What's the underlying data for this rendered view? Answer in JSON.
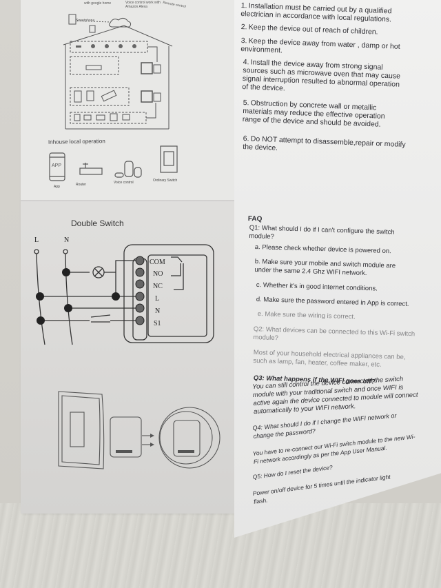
{
  "top_captions": [
    "with google home",
    "Voice control work with Amazon Alexa",
    "Remote control"
  ],
  "cloud_diagram": {
    "label": "Smartphone"
  },
  "inhouse": {
    "title": "Inhouse local operation",
    "icons": [
      {
        "name": "app",
        "label": "App",
        "glyph": "APP"
      },
      {
        "name": "router",
        "label": "Router"
      },
      {
        "name": "voice-control",
        "label": "Voice control"
      },
      {
        "name": "ordinary-switch",
        "label": "Ordinary Switch"
      }
    ]
  },
  "wiring": {
    "title": "Double Switch",
    "lines": [
      "L",
      "N"
    ],
    "terminals": [
      "COM",
      "NO",
      "NC",
      "L",
      "N",
      "S1"
    ]
  },
  "safety": [
    {
      "num": "1.",
      "text": "Installation must be carried out by a qualified electrician in accordance with local regulations."
    },
    {
      "num": "2.",
      "text": "Keep the device out of reach of children."
    },
    {
      "num": "3.",
      "text": "Keep the device away from water , damp or hot environment."
    },
    {
      "num": "4.",
      "text": "Install the device away from strong signal sources such as microwave oven that may cause signal interruption resulted to abnormal operation of the device."
    },
    {
      "num": "5.",
      "text": "Obstruction by concrete wall or metallic materials may reduce the effective operation range of the device and should be avoided."
    },
    {
      "num": "6.",
      "text": "Do NOT attempt to disassemble,repair or modify the device."
    }
  ],
  "faq": {
    "title": "FAQ",
    "q1": {
      "question": "Q1: What should I do if I can't configure the switch module?",
      "answers": [
        "a. Please check whether device is powered on.",
        "b. Make sure your mobile and switch module are under the same 2.4 Ghz WIFI network.",
        "c. Whether it's in good internet conditions.",
        "d. Make sure the password entered in App is correct.",
        "e. Make sure the wiring is correct."
      ]
    },
    "q2": {
      "question": "Q2: What devices can be connected to this Wi-Fi switch module?",
      "answer": "Most of your household electrical appliances can be, such as lamp, fan, heater, coffee maker, etc."
    },
    "q3": {
      "question": "Q3: What happens if the WIFI goes off?",
      "answer": "You can still control the device connected the switch module with your traditional switch and once WIFI is active again the device connected to module will connect automatically to your WIFI network."
    },
    "q4": {
      "question": "Q4: What should I do if I change the WIFI network or change the password?",
      "answer": "You have to re-connect our Wi-Fi switch module to the new Wi-Fi network accordingly as per the App User Manual."
    },
    "q5": {
      "question": "Q5: How do I reset the device?",
      "answer": "Power on/off device for 5 times until the indicator light flash."
    }
  }
}
